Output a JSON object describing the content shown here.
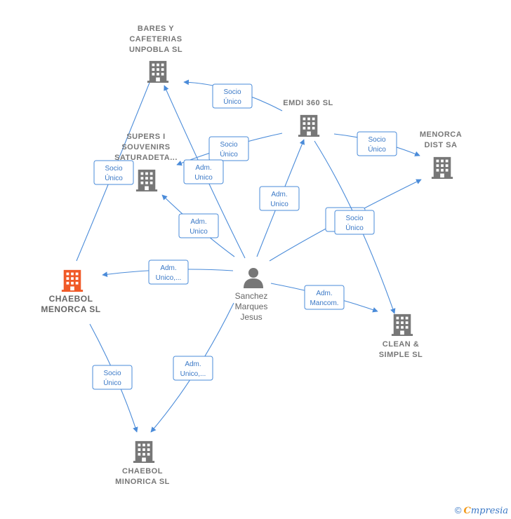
{
  "colors": {
    "edge": "#4a8bd9",
    "building": "#777777",
    "building_main": "#f05a28",
    "person": "#777777",
    "label": "#777777"
  },
  "nodes": [
    {
      "id": "bares",
      "type": "company",
      "lines": [
        "BARES Y",
        "CAFETERIAS",
        "UNPOBLA  SL"
      ],
      "main": false
    },
    {
      "id": "supers",
      "type": "company",
      "lines": [
        "SUPERS I",
        "SOUVENIRS",
        "SATURADETA..."
      ],
      "main": false
    },
    {
      "id": "emdi",
      "type": "company",
      "lines": [
        "EMDI 360  SL"
      ],
      "main": false
    },
    {
      "id": "menorca_dist",
      "type": "company",
      "lines": [
        "MENORCA",
        "DIST SA"
      ],
      "main": false
    },
    {
      "id": "chaebol_menorca",
      "type": "company",
      "lines": [
        "CHAEBOL",
        "MENORCA  SL"
      ],
      "main": true
    },
    {
      "id": "sanchez",
      "type": "person",
      "lines": [
        "Sanchez",
        "Marques",
        "Jesus"
      ],
      "main": false
    },
    {
      "id": "clean",
      "type": "company",
      "lines": [
        "CLEAN &",
        "SIMPLE  SL"
      ],
      "main": false
    },
    {
      "id": "chaebol_minorica",
      "type": "company",
      "lines": [
        "CHAEBOL",
        "MINORICA  SL"
      ],
      "main": false
    }
  ],
  "edges": [
    {
      "id": "e1",
      "from": "emdi",
      "to": "bares",
      "label": [
        "Socio",
        "Único"
      ]
    },
    {
      "id": "e2",
      "from": "emdi",
      "to": "supers",
      "label": [
        "Socio",
        "Único"
      ]
    },
    {
      "id": "e3",
      "from": "emdi",
      "to": "menorca_dist",
      "label": [
        "Socio",
        "Único"
      ]
    },
    {
      "id": "e4",
      "from": "chaebol_menorca",
      "to": "bares",
      "label": [
        "Socio",
        "Único"
      ]
    },
    {
      "id": "e5",
      "from": "sanchez",
      "to": "bares",
      "label": [
        "Adm.",
        "Unico"
      ]
    },
    {
      "id": "e6",
      "from": "sanchez",
      "to": "supers",
      "label": [
        "Adm.",
        "Unico"
      ]
    },
    {
      "id": "e7",
      "from": "sanchez",
      "to": "emdi",
      "label": [
        "Adm.",
        "Unico"
      ]
    },
    {
      "id": "e8",
      "from": "sanchez",
      "to": "menorca_dist",
      "label": [
        "Adm.",
        "Unico"
      ]
    },
    {
      "id": "e9",
      "from": "emdi",
      "to": "clean",
      "label": [
        "Socio",
        "Único"
      ]
    },
    {
      "id": "e10",
      "from": "sanchez",
      "to": "chaebol_menorca",
      "label": [
        "Adm.",
        "Unico,..."
      ]
    },
    {
      "id": "e11",
      "from": "sanchez",
      "to": "clean",
      "label": [
        "Adm.",
        "Mancom."
      ]
    },
    {
      "id": "e12",
      "from": "sanchez",
      "to": "chaebol_minorica",
      "label": [
        "Adm.",
        "Unico,..."
      ]
    },
    {
      "id": "e13",
      "from": "chaebol_menorca",
      "to": "chaebol_minorica",
      "label": [
        "Socio",
        "Único"
      ]
    }
  ],
  "footer": {
    "copyright": "©",
    "brand_first": "C",
    "brand_rest": "mpresia"
  }
}
